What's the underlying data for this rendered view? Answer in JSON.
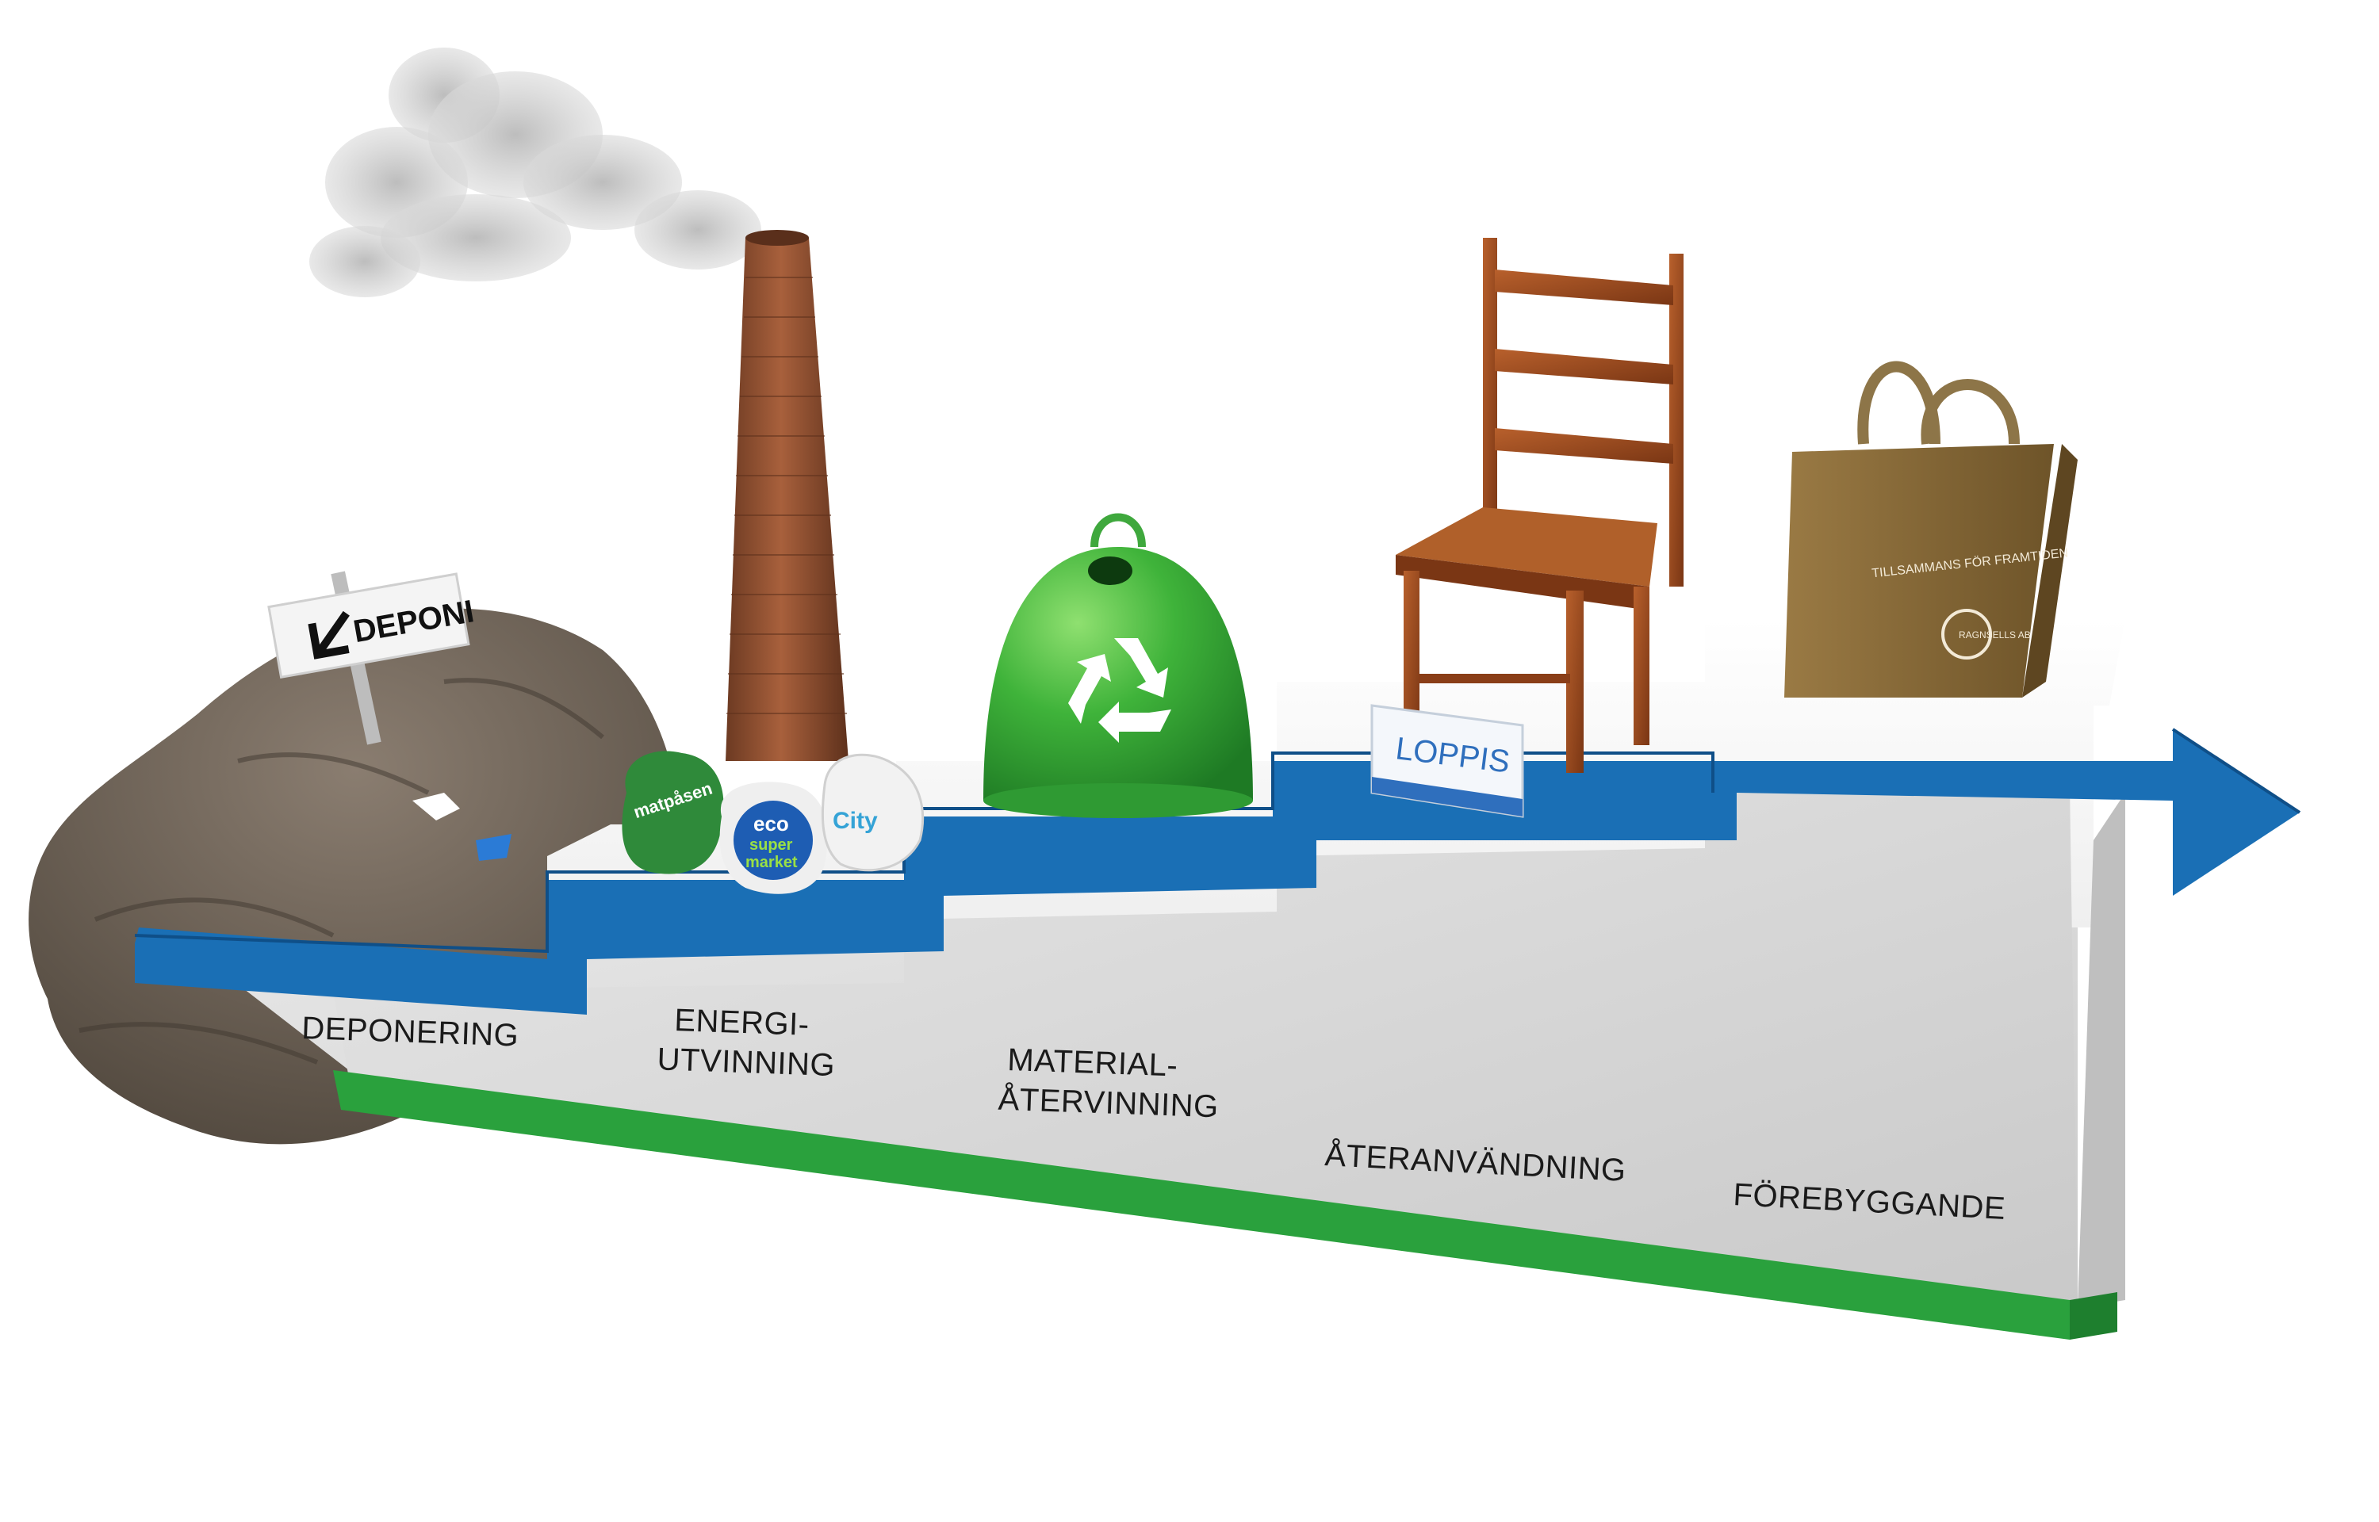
{
  "steps": [
    {
      "lines": [
        "DEPONERING"
      ]
    },
    {
      "lines": [
        "ENERGI-",
        "UTVINNING"
      ]
    },
    {
      "lines": [
        "MATERIAL-",
        "ÅTERVINNING"
      ]
    },
    {
      "lines": [
        "ÅTERANVÄNDNING"
      ]
    },
    {
      "lines": [
        "FÖREBYGGANDE"
      ]
    }
  ],
  "signs": {
    "deponi": "DEPONI",
    "loppis": "LOPPIS"
  },
  "bags": {
    "matpasen": "matpåsen",
    "eco": [
      "eco",
      "super",
      "market"
    ],
    "city": "City"
  },
  "tote": {
    "slogan": "TILLSAMMANS FÖR FRAMTIDEN",
    "brand": "RAGNSELLS AB"
  },
  "icons": {
    "recycle": "recycle-icon",
    "arrow": "arrow-head-icon"
  },
  "colors": {
    "arrow_blue": "#1a6fb5",
    "base_green": "#2aa13d",
    "step_face": "#d8d8d8",
    "step_top": "#f7f7f7",
    "soil": "#6f6357",
    "bin_green": "#39b03a",
    "brick": "#8c4a2c",
    "chair_wood": "#9a4a22",
    "jute": "#8a6a36"
  }
}
